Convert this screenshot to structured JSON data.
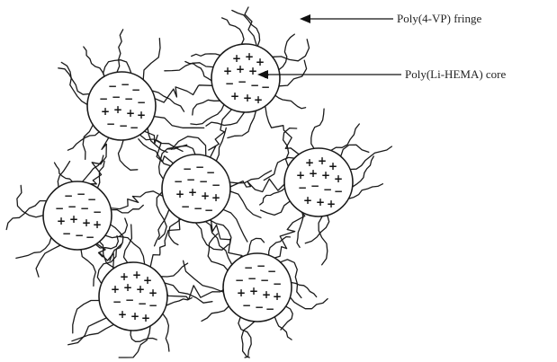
{
  "labels": {
    "fringe": "Poly(4-VP) fringe",
    "core": "Poly(Li-HEMA) core"
  },
  "colors": {
    "ink": "#1a1a1a",
    "background": "#ffffff"
  },
  "particle_count": 7,
  "core_charge_symbols": [
    "+",
    "−"
  ]
}
